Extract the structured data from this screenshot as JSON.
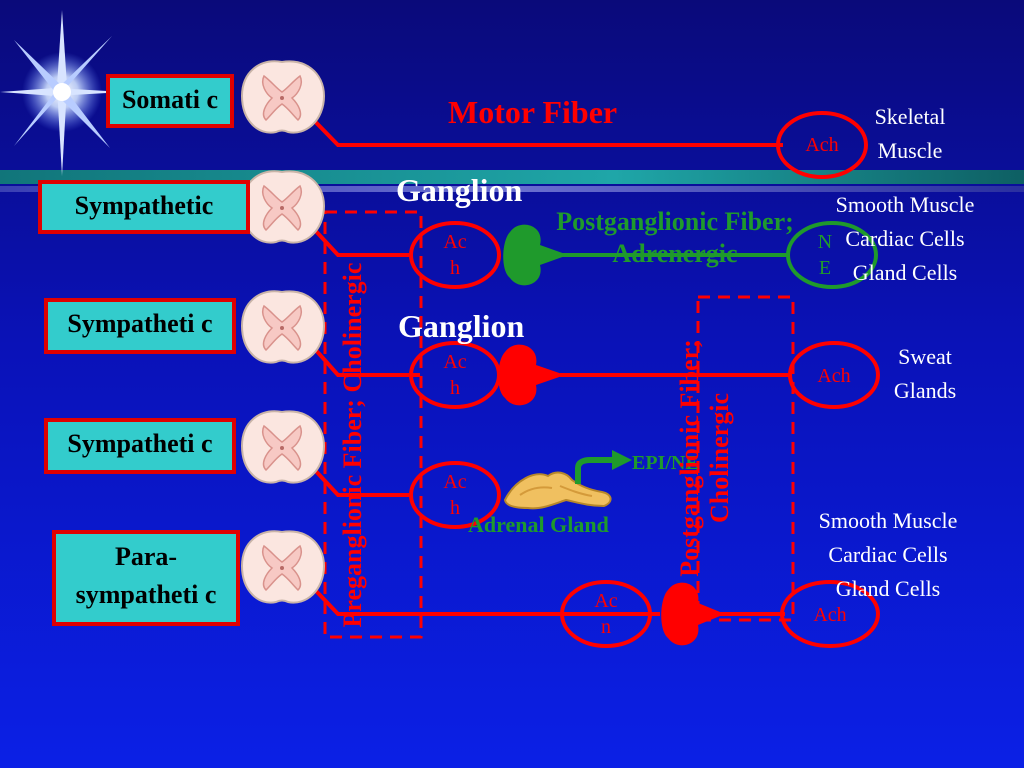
{
  "labels": {
    "somatic": "Somati c",
    "sympathetic_1": "Sympathetic",
    "sympathetic_2": "Sympatheti c",
    "sympathetic_3": "Sympatheti c",
    "parasympathetic": "Para- sympatheti c"
  },
  "texts": {
    "motor_fiber": "Motor Fiber",
    "ganglion_1": "Ganglion",
    "ganglion_2": "Ganglion",
    "postganglionic_adrenergic": "Postganglionic Fiber; Adrenergic",
    "preganglionic": "Preganglionic Fiber; Cholinergic",
    "postganglionic_cholinergic": "Postganglionic Fiber; Cholinergic",
    "epi_ne": "EPI/NE",
    "adrenal_gland": "Adrenal Gland"
  },
  "neurotransmitters": {
    "skeletal_ach": "Ach",
    "sym1_pre_ach": "Ac h",
    "sym1_post": "N E",
    "sym2_pre_ach": "Ac h",
    "sym2_post_ach": "Ach",
    "sym3_pre_ach": "Ac h",
    "para_pre_ach": "Ac n",
    "para_post_ach": "Ach"
  },
  "targets": {
    "skeletal": "Skeletal Muscle",
    "smooth_1": "Smooth Muscle",
    "cardiac_1": "Cardiac Cells",
    "gland_1": "Gland Cells",
    "sweat": "Sweat Glands",
    "smooth_2": "Smooth Muscle",
    "cardiac_2": "Cardiac Cells",
    "gland_2": "Gland Cells"
  },
  "colors": {
    "background": "#0a12b8",
    "nerve": "#ff0000",
    "adrenergic": "#1f9a2c",
    "label_box": "#33cccc",
    "text_white": "#ffffff"
  },
  "icons": [
    "star-burst-icon",
    "spinal-cord-icon",
    "ganglion-heart-icon",
    "adrenal-gland-icon",
    "arrow-icon"
  ]
}
